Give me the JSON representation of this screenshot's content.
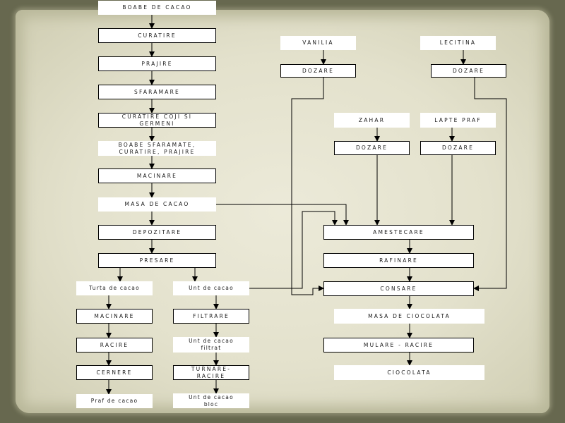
{
  "diagram": {
    "nodes": [
      {
        "id": "boabe",
        "label": "BOABE DE CACAO"
      },
      {
        "id": "curatire",
        "label": "CURATIRE"
      },
      {
        "id": "prajire",
        "label": "PRAJIRE"
      },
      {
        "id": "sfaramare",
        "label": "SFARAMARE"
      },
      {
        "id": "curatire_coji",
        "label": "CURATIRE COJI SI\nGERMENI"
      },
      {
        "id": "boabe_sfaramate",
        "label": "BOABE SFARAMATE,\nCURATIRE, PRAJIRE"
      },
      {
        "id": "macinare1",
        "label": "MACINARE"
      },
      {
        "id": "masa_cacao",
        "label": "MASA DE CACAO"
      },
      {
        "id": "depozitare",
        "label": "DEPOZITARE"
      },
      {
        "id": "presare",
        "label": "PRESARE"
      },
      {
        "id": "turta",
        "label": "Turta de cacao"
      },
      {
        "id": "unt",
        "label": "Unt de cacao"
      },
      {
        "id": "macinare2",
        "label": "MACINARE"
      },
      {
        "id": "racire",
        "label": "RACIRE"
      },
      {
        "id": "cernere",
        "label": "CERNERE"
      },
      {
        "id": "praf",
        "label": "Praf de cacao"
      },
      {
        "id": "filtrare",
        "label": "FILTRARE"
      },
      {
        "id": "unt_filtrat",
        "label": "Unt de cacao\nfiltrat"
      },
      {
        "id": "turnare",
        "label": "TURNARE-\nRACIRE"
      },
      {
        "id": "unt_bloc",
        "label": "Unt de cacao\nbloc"
      },
      {
        "id": "vanilia",
        "label": "VANILIA"
      },
      {
        "id": "dozare_v",
        "label": "DOZARE"
      },
      {
        "id": "lecitina",
        "label": "LECITINA"
      },
      {
        "id": "dozare_l",
        "label": "DOZARE"
      },
      {
        "id": "zahar",
        "label": "ZAHAR"
      },
      {
        "id": "dozare_z",
        "label": "DOZARE"
      },
      {
        "id": "lapte",
        "label": "LAPTE PRAF"
      },
      {
        "id": "dozare_p",
        "label": "DOZARE"
      },
      {
        "id": "amestecare",
        "label": "AMESTECARE"
      },
      {
        "id": "rafinare",
        "label": "RAFINARE"
      },
      {
        "id": "consare",
        "label": "CONSARE"
      },
      {
        "id": "masa_ciocolata",
        "label": "MASA DE CIOCOLATA"
      },
      {
        "id": "mulare",
        "label": "MULARE - RACIRE"
      },
      {
        "id": "ciocolata",
        "label": "CIOCOLATA"
      }
    ],
    "edges": [
      {
        "from": "boabe",
        "to": "curatire"
      },
      {
        "from": "curatire",
        "to": "prajire"
      },
      {
        "from": "prajire",
        "to": "sfaramare"
      },
      {
        "from": "sfaramare",
        "to": "curatire_coji"
      },
      {
        "from": "curatire_coji",
        "to": "boabe_sfaramate"
      },
      {
        "from": "boabe_sfaramate",
        "to": "macinare1"
      },
      {
        "from": "macinare1",
        "to": "masa_cacao"
      },
      {
        "from": "masa_cacao",
        "to": "depozitare"
      },
      {
        "from": "depozitare",
        "to": "presare"
      },
      {
        "from": "presare",
        "to": "turta"
      },
      {
        "from": "presare",
        "to": "unt"
      },
      {
        "from": "turta",
        "to": "macinare2"
      },
      {
        "from": "macinare2",
        "to": "racire"
      },
      {
        "from": "racire",
        "to": "cernere"
      },
      {
        "from": "cernere",
        "to": "praf"
      },
      {
        "from": "unt",
        "to": "filtrare"
      },
      {
        "from": "filtrare",
        "to": "unt_filtrat"
      },
      {
        "from": "unt_filtrat",
        "to": "turnare"
      },
      {
        "from": "turnare",
        "to": "unt_bloc"
      },
      {
        "from": "vanilia",
        "to": "dozare_v"
      },
      {
        "from": "lecitina",
        "to": "dozare_l"
      },
      {
        "from": "zahar",
        "to": "dozare_z"
      },
      {
        "from": "lapte",
        "to": "dozare_p"
      },
      {
        "from": "masa_cacao",
        "to": "amestecare"
      },
      {
        "from": "unt",
        "to": "amestecare"
      },
      {
        "from": "dozare_z",
        "to": "amestecare"
      },
      {
        "from": "dozare_p",
        "to": "amestecare"
      },
      {
        "from": "amestecare",
        "to": "rafinare"
      },
      {
        "from": "rafinare",
        "to": "consare"
      },
      {
        "from": "dozare_v",
        "to": "consare"
      },
      {
        "from": "dozare_l",
        "to": "consare"
      },
      {
        "from": "consare",
        "to": "masa_ciocolata"
      },
      {
        "from": "masa_ciocolata",
        "to": "mulare"
      },
      {
        "from": "mulare",
        "to": "ciocolata"
      }
    ]
  }
}
